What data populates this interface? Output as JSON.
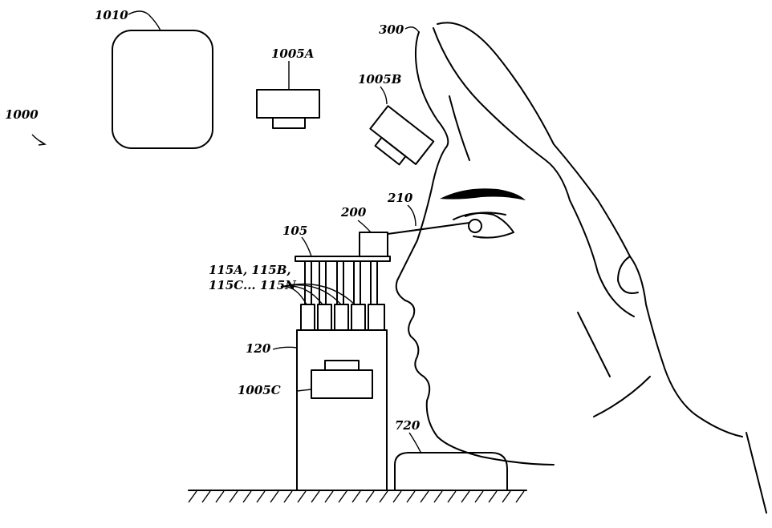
{
  "labels": {
    "system": "1000",
    "display": "1010",
    "camera_a": "1005A",
    "camera_b": "1005B",
    "camera_c": "1005C",
    "subject": "300",
    "optic": "200",
    "beam": "210",
    "plate": "105",
    "sources_line1": "115A, 115B,",
    "sources_line2": "115C... 115N",
    "housing": "120",
    "chin_rest": "720"
  }
}
